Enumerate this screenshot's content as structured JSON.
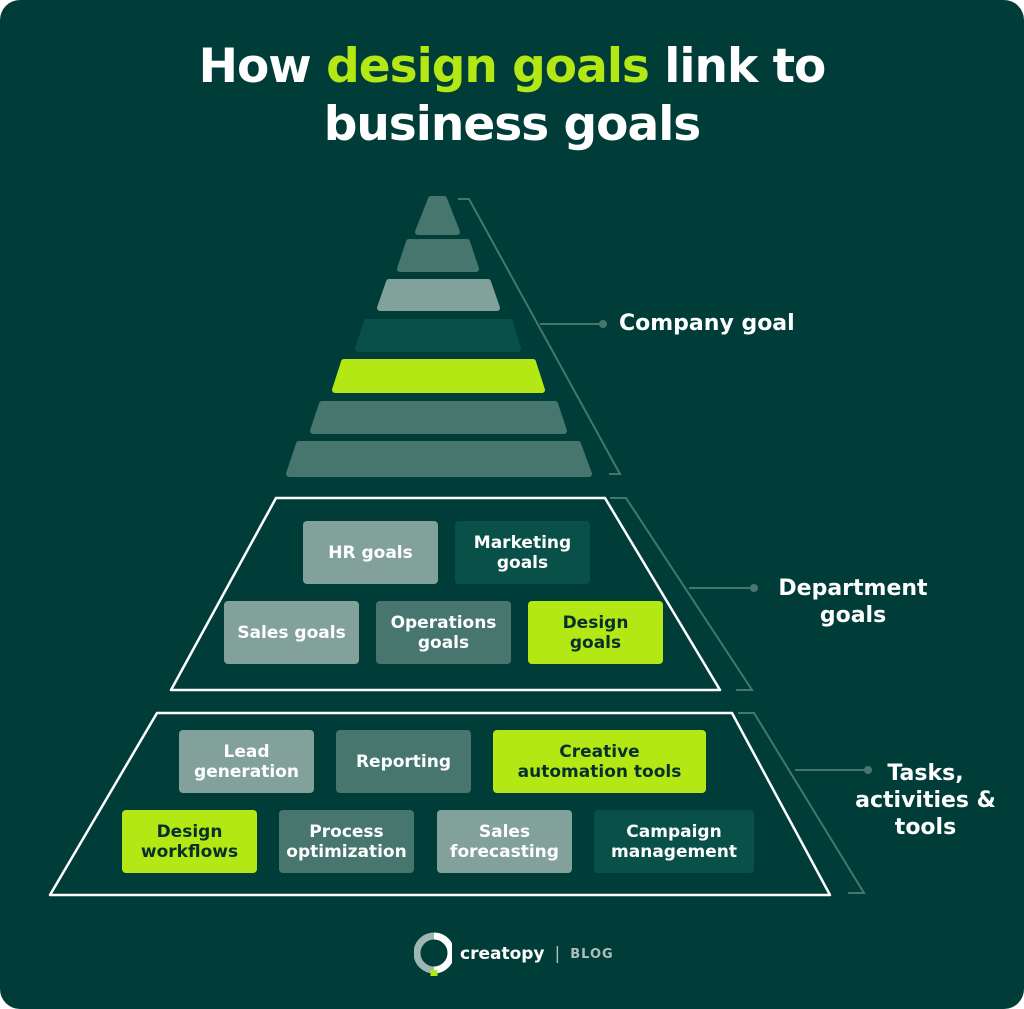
{
  "title": {
    "line1_pre": "How ",
    "line1_highlight": "design goals",
    "line1_post": " link to",
    "line2": "business goals"
  },
  "labels": {
    "company": "Company goal",
    "department_line1": "Department",
    "department_line2": "goals",
    "tasks_line1": "Tasks,",
    "tasks_line2": "activities &",
    "tasks_line3": "tools"
  },
  "department_goals": {
    "hr": "HR goals",
    "marketing_1": "Marketing",
    "marketing_2": "goals",
    "sales": "Sales goals",
    "operations_1": "Operations",
    "operations_2": "goals",
    "design_1": "Design",
    "design_2": "goals"
  },
  "tasks": {
    "lead_1": "Lead",
    "lead_2": "generation",
    "reporting": "Reporting",
    "creative_1": "Creative",
    "creative_2": "automation tools",
    "workflows_1": "Design",
    "workflows_2": "workflows",
    "process_1": "Process",
    "process_2": "optimization",
    "sales_fc_1": "Sales",
    "sales_fc_2": "forecasting",
    "campaign_1": "Campaign",
    "campaign_2": "management"
  },
  "footer": {
    "brand": "creatopy",
    "separator": "|",
    "section": "BLOG"
  },
  "colors": {
    "background": "#003d38",
    "accent_lime": "#b4e815",
    "light": "#82a19b",
    "mid": "#46766e",
    "dark": "#095148",
    "outline": "#ffffff",
    "bracket": "#46766e"
  },
  "icons": [
    "creatopy-logo-icon"
  ]
}
